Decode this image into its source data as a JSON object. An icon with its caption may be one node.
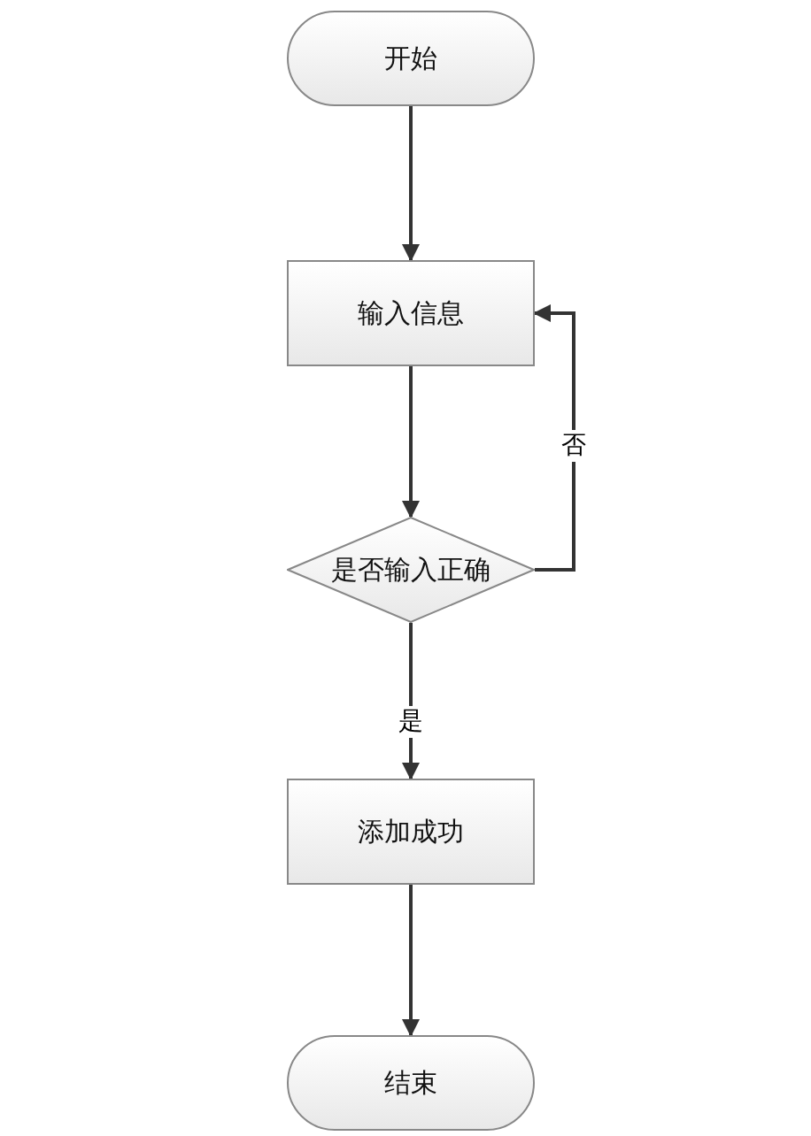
{
  "diagram": {
    "nodes": [
      {
        "text": [
          "开始"
        ]
      },
      {
        "text": [
          "输入信息"
        ]
      },
      {
        "text": [
          "是否输入正确"
        ]
      },
      {
        "text": [
          "添加成功"
        ]
      },
      {
        "text": [
          "结束"
        ]
      }
    ],
    "edges": [
      {
        "from": 0,
        "to": 1,
        "arrow": "to"
      },
      {
        "from": 1,
        "to": 2,
        "arrow": "to"
      },
      {
        "from": 2,
        "to": 1,
        "arrow": "to",
        "label": "否"
      },
      {
        "from": 2,
        "to": 3,
        "arrow": "to",
        "label": "是"
      },
      {
        "from": 3,
        "to": 4,
        "arrow": "to"
      }
    ]
  }
}
